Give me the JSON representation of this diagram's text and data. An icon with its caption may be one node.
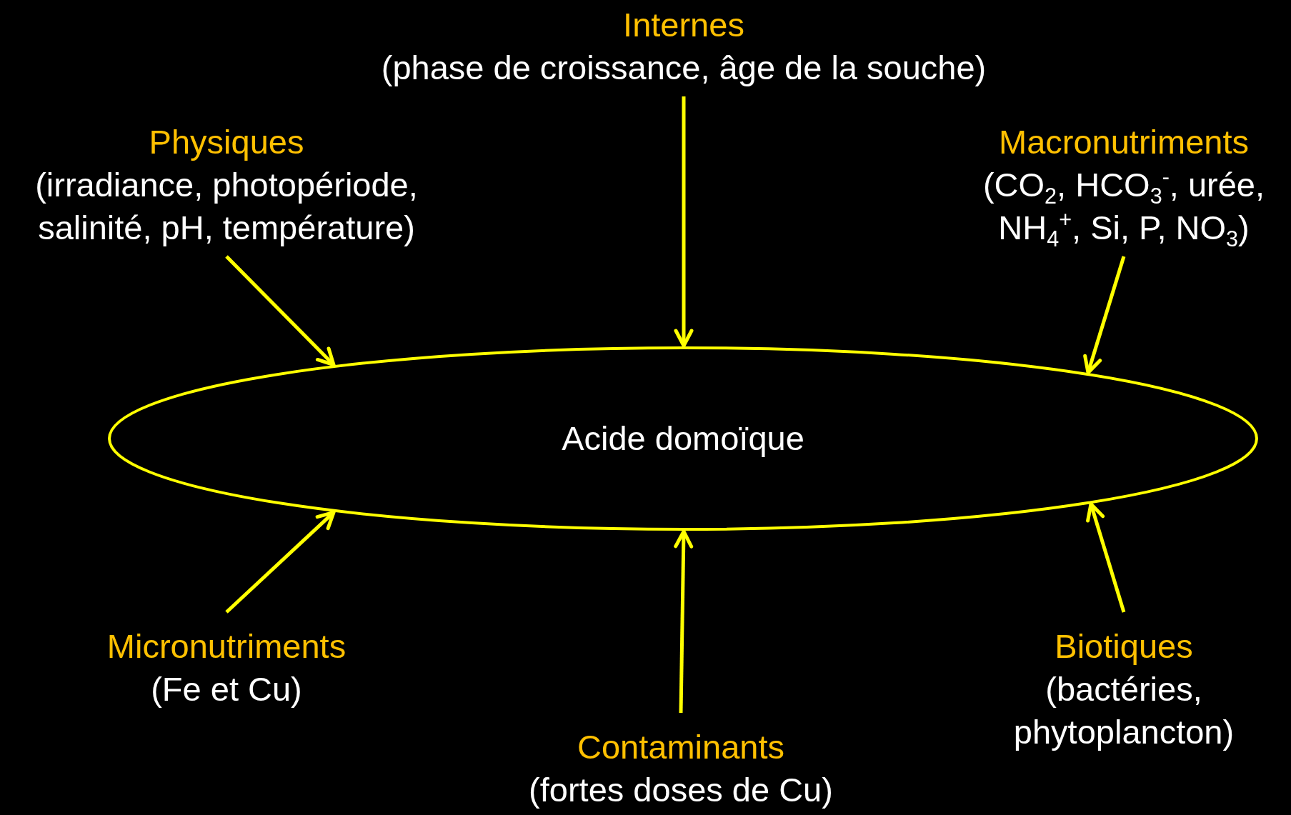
{
  "diagram": {
    "nodes": [
      {
        "text": [
          "Acide domoïque"
        ]
      },
      {
        "text": [
          "Internes",
          "(phase de croissance, âge de la souche)"
        ]
      },
      {
        "text": [
          "Physiques",
          "(irradiance, photopériode, salinité, pH, température)"
        ]
      },
      {
        "text": [
          "Macronutriments",
          "(CO$_{2}$, HCO$_{3}$$^{-}$, urée, NH$_{4}$$^{+}$, Si, P, NO$_{3}$)"
        ]
      },
      {
        "text": [
          "Micronutriments",
          "(Fe et Cu)"
        ]
      },
      {
        "text": [
          "Biotiques",
          "(bactéries, phytoplancton)"
        ]
      },
      {
        "text": [
          "Contaminants",
          "(fortes doses de Cu)"
        ]
      }
    ],
    "edges": [
      {
        "from": 1,
        "to": 0,
        "arrow": "to"
      },
      {
        "from": 2,
        "to": 0,
        "arrow": "to"
      },
      {
        "from": 3,
        "to": 0,
        "arrow": "to"
      },
      {
        "from": 4,
        "to": 0,
        "arrow": "to"
      },
      {
        "from": 5,
        "to": 0,
        "arrow": "to"
      },
      {
        "from": 6,
        "to": 0,
        "arrow": "to"
      }
    ]
  }
}
